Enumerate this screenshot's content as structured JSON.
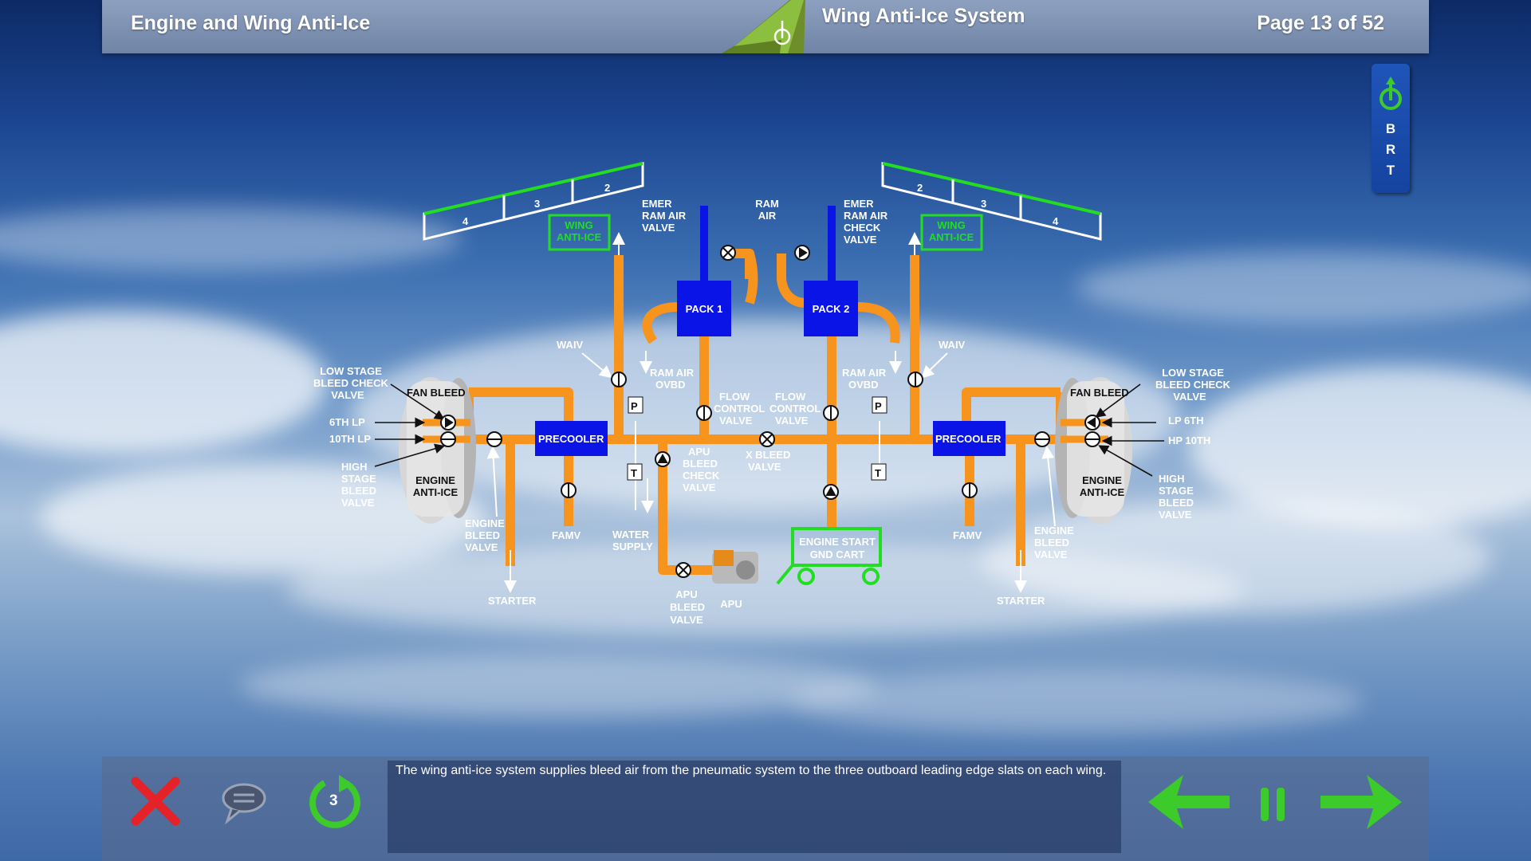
{
  "header": {
    "course_title": "Engine and Wing Anti-Ice",
    "page_title": "Wing Anti-Ice System",
    "page_counter": "Page 13 of 52"
  },
  "side_panel": {
    "letters": [
      "B",
      "R",
      "T"
    ]
  },
  "diagram": {
    "slats_left": [
      "4",
      "3",
      "2"
    ],
    "slats_right": [
      "2",
      "3",
      "4"
    ],
    "wing_anti_ice": [
      "WING",
      "ANTI-ICE"
    ],
    "emer_ram_air_valve": [
      "EMER",
      "RAM AIR",
      "VALVE"
    ],
    "ram_air": [
      "RAM",
      "AIR"
    ],
    "emer_ram_air_check_valve": [
      "EMER",
      "RAM AIR",
      "CHECK",
      "VALVE"
    ],
    "pack1": "PACK 1",
    "pack2": "PACK 2",
    "waiv": "WAIV",
    "ram_air_ovbd": [
      "RAM AIR",
      "OVBD"
    ],
    "flow_control_valve_left": [
      "FLOW",
      "CONTROL",
      "VALVE"
    ],
    "flow_control_valve_right": [
      "FLOW",
      "CONTROL",
      "VALVE"
    ],
    "low_stage_left": [
      "LOW STAGE",
      "BLEED CHECK",
      "VALVE"
    ],
    "low_stage_right": [
      "LOW STAGE",
      "BLEED CHECK",
      "VALVE"
    ],
    "fan_bleed": "FAN BLEED",
    "lp6_left": "6TH LP",
    "lp10_left": "10TH LP",
    "lp6_right": "LP 6TH",
    "hp10_right": "HP 10TH",
    "high_stage_left": [
      "HIGH",
      "STAGE",
      "BLEED",
      "VALVE"
    ],
    "high_stage_right": [
      "HIGH",
      "STAGE",
      "BLEED",
      "VALVE"
    ],
    "engine_anti_ice": [
      "ENGINE",
      "ANTI-ICE"
    ],
    "engine_bleed_valve": [
      "ENGINE",
      "BLEED",
      "VALVE"
    ],
    "precooler": "PRECOOLER",
    "famv": "FAMV",
    "water_supply": [
      "WATER",
      "SUPPLY"
    ],
    "apu_bleed_check_valve": [
      "APU",
      "BLEED",
      "CHECK",
      "VALVE"
    ],
    "x_bleed_valve": [
      "X BLEED",
      "VALVE"
    ],
    "apu_bleed_valve": [
      "APU",
      "BLEED",
      "VALVE"
    ],
    "apu": "APU",
    "engine_start_gnd_cart": [
      "ENGINE START",
      "GND CART"
    ],
    "starter": "STARTER",
    "p": "P",
    "t": "T"
  },
  "footer": {
    "description": "The wing anti-ice system supplies bleed air from the pneumatic system to the three outboard leading edge slats on each wing.",
    "replay_count": "3"
  },
  "colors": {
    "duct": "#f7941d",
    "pack": "#0a14e6",
    "wing_ok": "#22dd22",
    "nav_green": "#3ccb2a",
    "close_red": "#e52228"
  },
  "icons": [
    "aircraft-tail-icon",
    "brightness-icon",
    "close-icon",
    "comment-icon",
    "replay-icon",
    "back-arrow-icon",
    "pause-icon",
    "next-arrow-icon"
  ]
}
